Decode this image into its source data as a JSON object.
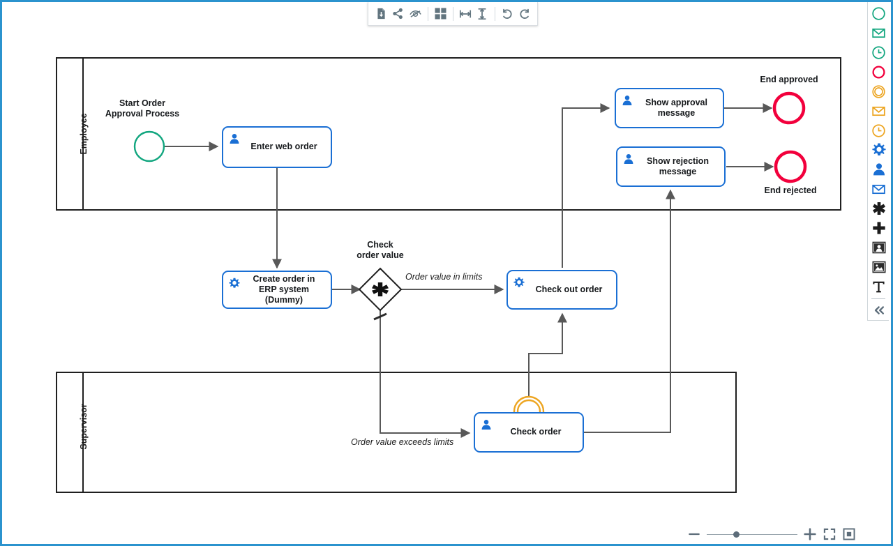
{
  "app": {
    "accent": "#2b93ce",
    "canvas_background": "#ffffff"
  },
  "toolbar": {
    "items": [
      {
        "name": "download-icon",
        "label": "Download diagram"
      },
      {
        "name": "share-icon",
        "label": "Share diagram"
      },
      {
        "name": "hide-preview-icon",
        "label": "Toggle preview"
      },
      {
        "name": "grid-icon",
        "label": "Toggle grid"
      },
      {
        "name": "align-horizontal-icon",
        "label": "Align horizontally"
      },
      {
        "name": "align-vertical-icon",
        "label": "Align vertically"
      },
      {
        "name": "undo-icon",
        "label": "Undo"
      },
      {
        "name": "redo-icon",
        "label": "Redo"
      }
    ]
  },
  "palette": {
    "items": [
      {
        "name": "start-event-icon",
        "label": "Start event",
        "color": "#12a67f"
      },
      {
        "name": "message-start-event-icon",
        "label": "Message start event",
        "color": "#12a67f"
      },
      {
        "name": "timer-start-event-icon",
        "label": "Timer start event",
        "color": "#12a67f"
      },
      {
        "name": "end-event-icon",
        "label": "End event",
        "color": "#f2003c"
      },
      {
        "name": "intermediate-event-icon",
        "label": "Intermediate event",
        "color": "#eda521"
      },
      {
        "name": "message-intermediate-event-icon",
        "label": "Message intermediate event",
        "color": "#eda521"
      },
      {
        "name": "timer-intermediate-event-icon",
        "label": "Timer intermediate event",
        "color": "#eda521"
      },
      {
        "name": "service-task-icon",
        "label": "Service task",
        "color": "#1a6fd4"
      },
      {
        "name": "user-task-icon",
        "label": "User task",
        "color": "#1a6fd4"
      },
      {
        "name": "send-task-icon",
        "label": "Send task",
        "color": "#1a6fd4"
      },
      {
        "name": "complex-gateway-icon",
        "label": "Complex gateway",
        "color": "#1c1c1c"
      },
      {
        "name": "parallel-gateway-icon",
        "label": "Parallel gateway",
        "color": "#1c1c1c"
      },
      {
        "name": "pool-icon",
        "label": "Pool / participant",
        "color": "#2c2c2c"
      },
      {
        "name": "image-icon",
        "label": "Image",
        "color": "#2c2c2c"
      },
      {
        "name": "text-annotation-icon",
        "label": "Text annotation",
        "color": "#2c2c2c"
      },
      {
        "name": "collapse-palette-icon",
        "label": "Collapse palette",
        "color": "#5d6d7a"
      }
    ]
  },
  "zoom_controls": {
    "zoom_out_label": "Zoom out",
    "zoom_in_label": "Zoom in",
    "fit_viewport_label": "Fit to viewport",
    "reset_zoom_label": "Reset zoom",
    "slider_value": 30
  },
  "diagram": {
    "type": "bpmn-process",
    "lanes": [
      {
        "id": "employee",
        "label": "Employee"
      },
      {
        "id": "supervisor",
        "label": "Supervisor"
      }
    ],
    "nodes": [
      {
        "id": "start",
        "type": "start-event",
        "label": "Start Order\nApproval Process",
        "lane": "employee",
        "marker": "none"
      },
      {
        "id": "enter_order",
        "type": "user-task",
        "label": "Enter web order",
        "lane": "employee"
      },
      {
        "id": "create_erp",
        "type": "service-task",
        "label": "Create order in\nERP system\n(Dummy)",
        "lane": "none"
      },
      {
        "id": "gateway",
        "type": "complex-gateway",
        "label": "Check\norder value",
        "lane": "none"
      },
      {
        "id": "checkout",
        "type": "service-task",
        "label": "Check out order",
        "lane": "none"
      },
      {
        "id": "check_order",
        "type": "user-task",
        "label": "Check order",
        "lane": "supervisor",
        "boundary_event": "intermediate-timer"
      },
      {
        "id": "show_approval",
        "type": "user-task",
        "label": "Show approval\nmessage",
        "lane": "employee"
      },
      {
        "id": "show_rejection",
        "type": "user-task",
        "label": "Show rejection\nmessage",
        "lane": "employee"
      },
      {
        "id": "end_approved",
        "type": "end-event",
        "label": "End approved",
        "lane": "employee"
      },
      {
        "id": "end_rejected",
        "type": "end-event",
        "label": "End rejected",
        "lane": "employee"
      }
    ],
    "flows": [
      {
        "from": "start",
        "to": "enter_order",
        "label": ""
      },
      {
        "from": "enter_order",
        "to": "create_erp",
        "label": ""
      },
      {
        "from": "create_erp",
        "to": "gateway",
        "label": ""
      },
      {
        "from": "gateway",
        "to": "checkout",
        "label": "Order value in limits"
      },
      {
        "from": "gateway",
        "to": "check_order",
        "label": "Order value exceeds limits",
        "default": true
      },
      {
        "from": "check_order",
        "to": "checkout",
        "label": ""
      },
      {
        "from": "check_order",
        "to": "show_rejection",
        "label": ""
      },
      {
        "from": "checkout",
        "to": "show_approval",
        "label": ""
      },
      {
        "from": "show_approval",
        "to": "end_approved",
        "label": ""
      },
      {
        "from": "show_rejection",
        "to": "end_rejected",
        "label": ""
      }
    ]
  },
  "labels": {
    "start_event": "Start Order\nApproval Process",
    "enter_web_order": "Enter web order",
    "create_order_erp": "Create order in\nERP system\n(Dummy)",
    "check_order_value": "Check\norder value",
    "check_out_order": "Check out order",
    "check_order": "Check order",
    "show_approval": "Show approval\nmessage",
    "show_rejection": "Show rejection\nmessage",
    "end_approved": "End approved",
    "end_rejected": "End rejected",
    "lane_employee": "Employee",
    "lane_supervisor": "Supervisor",
    "flow_in_limits": "Order value in limits",
    "flow_exceeds": "Order value exceeds limits"
  }
}
